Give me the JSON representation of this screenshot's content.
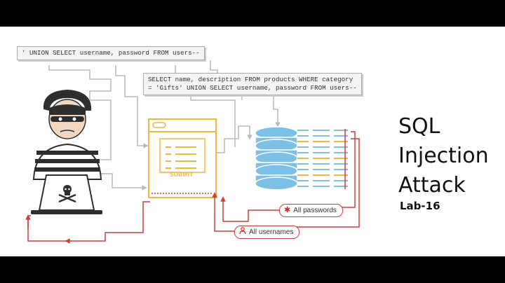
{
  "diagram": {
    "attacker_payload": "' UNION SELECT username, password FROM users--",
    "resulting_query_line1": "SELECT name, description FROM products WHERE category",
    "resulting_query_line2": "= 'Gifts' UNION SELECT username, password FROM users--",
    "submit_label": "SUBMIT",
    "result_passwords": "All passwords",
    "result_usernames": "All usernames",
    "icons": {
      "attacker": "hacker-icon",
      "laptop_logo": "skull-crossbones-icon",
      "form": "web-form-icon",
      "database": "database-icon",
      "passwords": "asterisk-icon",
      "usernames": "user-icon"
    }
  },
  "title": {
    "line1": "SQL",
    "line2": "Injection",
    "line3": "Attack",
    "sub": "Lab-16"
  },
  "colors": {
    "accent_orange": "#f3b63a",
    "accent_blue": "#7cc0e6",
    "arrow_red": "#d43b3b",
    "line_gray": "#b8b8b8"
  }
}
